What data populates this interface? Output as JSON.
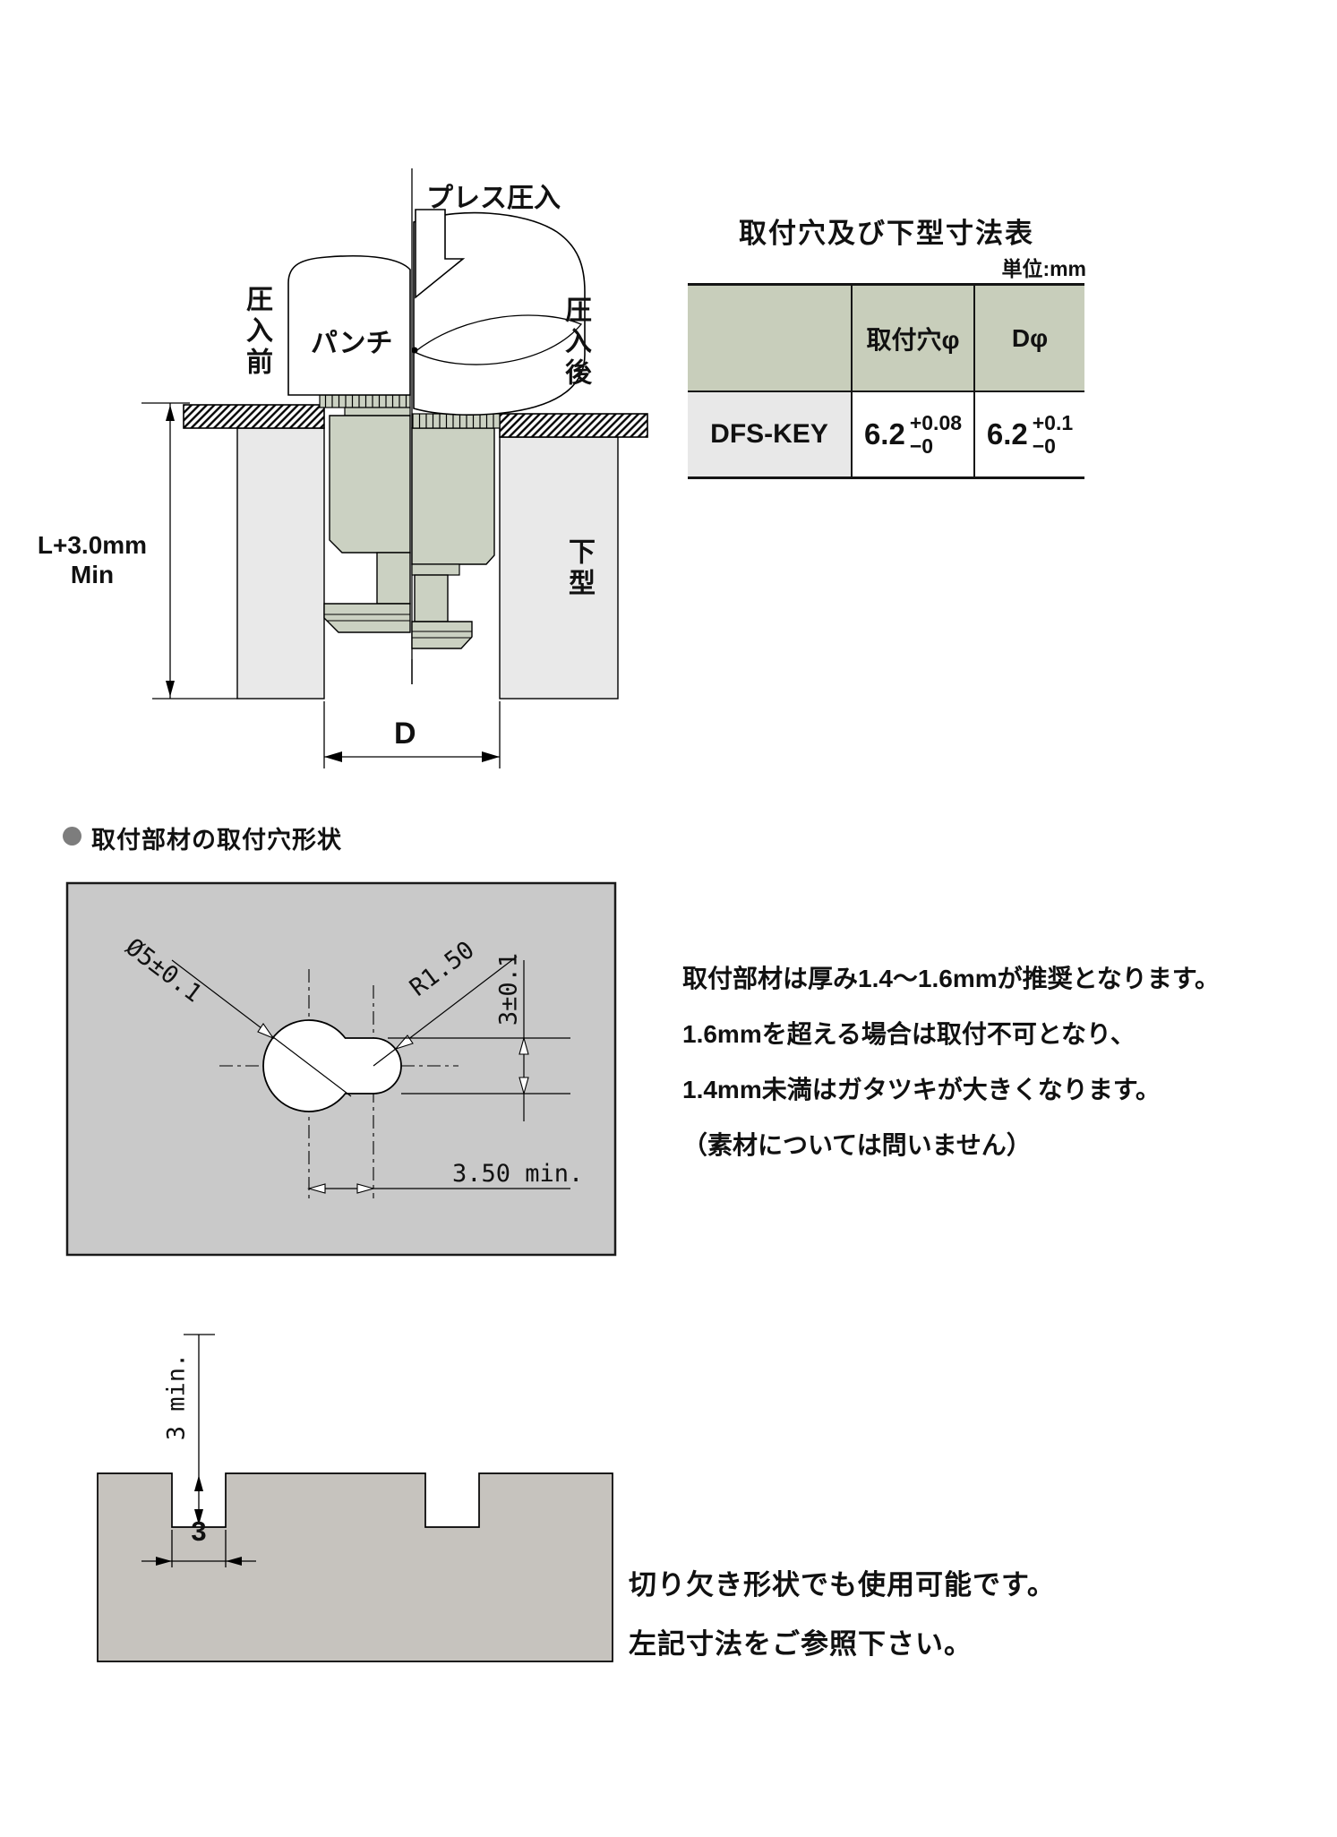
{
  "colors": {
    "part_green": "#cbd1c2",
    "table_header_green": "#c8cebb",
    "model_cell_gray": "#e8e8e8",
    "die_gray": "#e9e9e9",
    "hole_figure_bg": "#c9c9c9",
    "slab_gray": "#c6c3be",
    "bullet_gray": "#7d7d7d"
  },
  "press_fit_figure": {
    "press_arrow_label": "プレス圧入",
    "punch_label": "パンチ",
    "before_label": "圧入前",
    "after_label": "圧入後",
    "lower_die_label": "下型",
    "depth_dim_line1": "L+3.0mm",
    "depth_dim_line2": "Min",
    "hole_width_dim": "D"
  },
  "dimension_table": {
    "title": "取付穴及び下型寸法表",
    "unit_note": "単位:mm",
    "col_mounting_hole": "取付穴φ",
    "col_d": "Dφ",
    "row_model": "DFS-KEY",
    "mounting_hole": {
      "nominal": "6.2",
      "tol_upper": "+0.08",
      "tol_lower": "−0"
    },
    "d_value": {
      "nominal": "6.2",
      "tol_upper": "+0.1",
      "tol_lower": "−0"
    }
  },
  "hole_shape_section": {
    "heading": "取付部材の取付穴形状",
    "dim_diameter": "Ø5±0.1",
    "dim_radius": "R1.50",
    "dim_height": "3±0.1",
    "dim_offset": "3.50 min.",
    "notes": [
      "取付部材は厚み1.4〜1.6mmが推奨となります。",
      "1.6mmを超える場合は取付不可となり、",
      "1.4mm未満はガタツキが大きくなります。",
      "（素材については問いません）"
    ]
  },
  "notch_section": {
    "dim_depth": "3 min.",
    "dim_width": "3",
    "note_line1": "切り欠き形状でも使用可能です。",
    "note_line2": "左記寸法をご参照下さい。"
  }
}
